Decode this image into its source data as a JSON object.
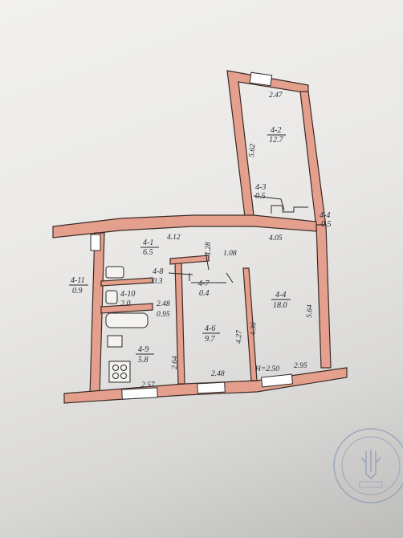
{
  "rooms": [
    {
      "id": "4-1",
      "area": "6.5"
    },
    {
      "id": "4-2",
      "area": "12.7"
    },
    {
      "id": "4-3",
      "area": "0.5"
    },
    {
      "id": "4-4",
      "area": "18.0"
    },
    {
      "id": "4-4",
      "area": "0.5"
    },
    {
      "id": "4-6",
      "area": "9.7"
    },
    {
      "id": "4-7",
      "area": "0.4"
    },
    {
      "id": "4-8",
      "area": "0.3"
    },
    {
      "id": "4-9",
      "area": "5.8"
    },
    {
      "id": "4-10",
      "area": "2.0"
    },
    {
      "id": "4-11",
      "area": "0.9"
    }
  ],
  "dimensions": {
    "balcony_width": "2.47",
    "balcony_room_length": "5.62",
    "hall_width": "4.12",
    "hall_short": "1.28",
    "hall_long": "1.08",
    "living_width": "4.05",
    "living_length": "5.64",
    "bath_width": "2.48",
    "bath_area_dim": "0.95",
    "corridor_length": "4.36",
    "bedroom_length": "4.27",
    "kitchen_length": "2.64",
    "kitchen_width": "2.57",
    "bedroom_width": "2.48",
    "ceiling_height": "H=2.50",
    "living_bottom": "2.95"
  },
  "seal": {
    "icon": "trident-stamp-icon"
  },
  "colors": {
    "wall": "#e4a08c",
    "paper": "#ecebe9",
    "ink": "#1f2430",
    "stamp": "#8a9ab8"
  }
}
